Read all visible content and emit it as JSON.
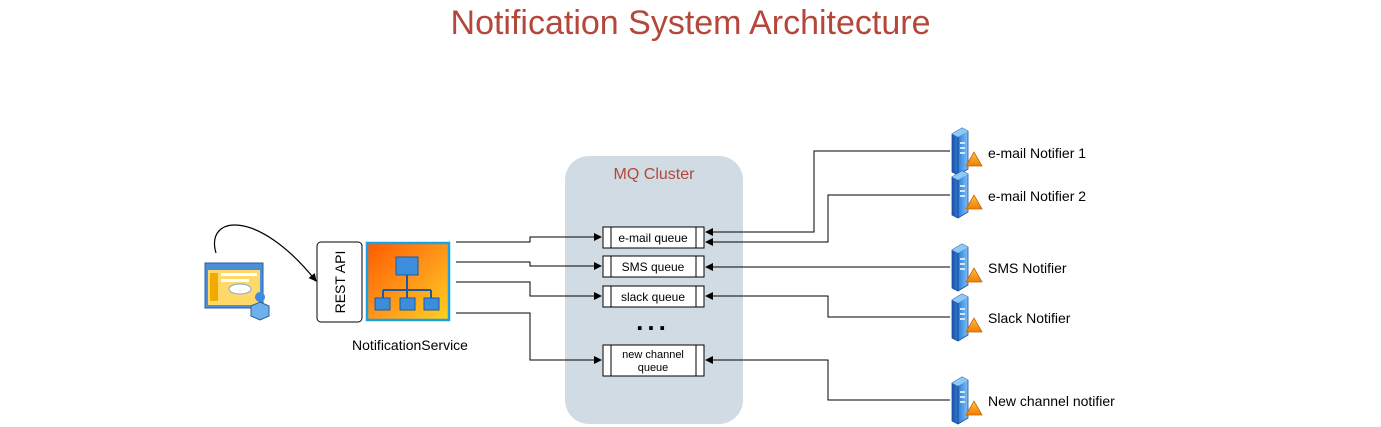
{
  "title": "Notification System Architecture",
  "rest_api_label": "REST API",
  "service_label": "NotificationService",
  "cluster": {
    "label": "MQ Cluster"
  },
  "queues": {
    "email": "e-mail queue",
    "sms": "SMS queue",
    "slack": "slack queue",
    "ellipsis": "...",
    "new_line1": "new channel",
    "new_line2": "queue"
  },
  "notifiers": {
    "email1": "e-mail Notifier 1",
    "email2": "e-mail Notifier 2",
    "sms": "SMS Notifier",
    "slack": "Slack Notifier",
    "new": "New channel notifier"
  },
  "colors": {
    "title": "#b5473a",
    "cluster_fill": "#d0dbe3",
    "cluster_label": "#b5473a",
    "service_border": "#1ba1e2",
    "server_blue": "#2b6cc4",
    "warning_orange": "#f5a623"
  },
  "icons": {
    "client": "web-client-icon",
    "service": "hierarchy-org-chart-icon",
    "notifier": "server-warning-icon"
  }
}
